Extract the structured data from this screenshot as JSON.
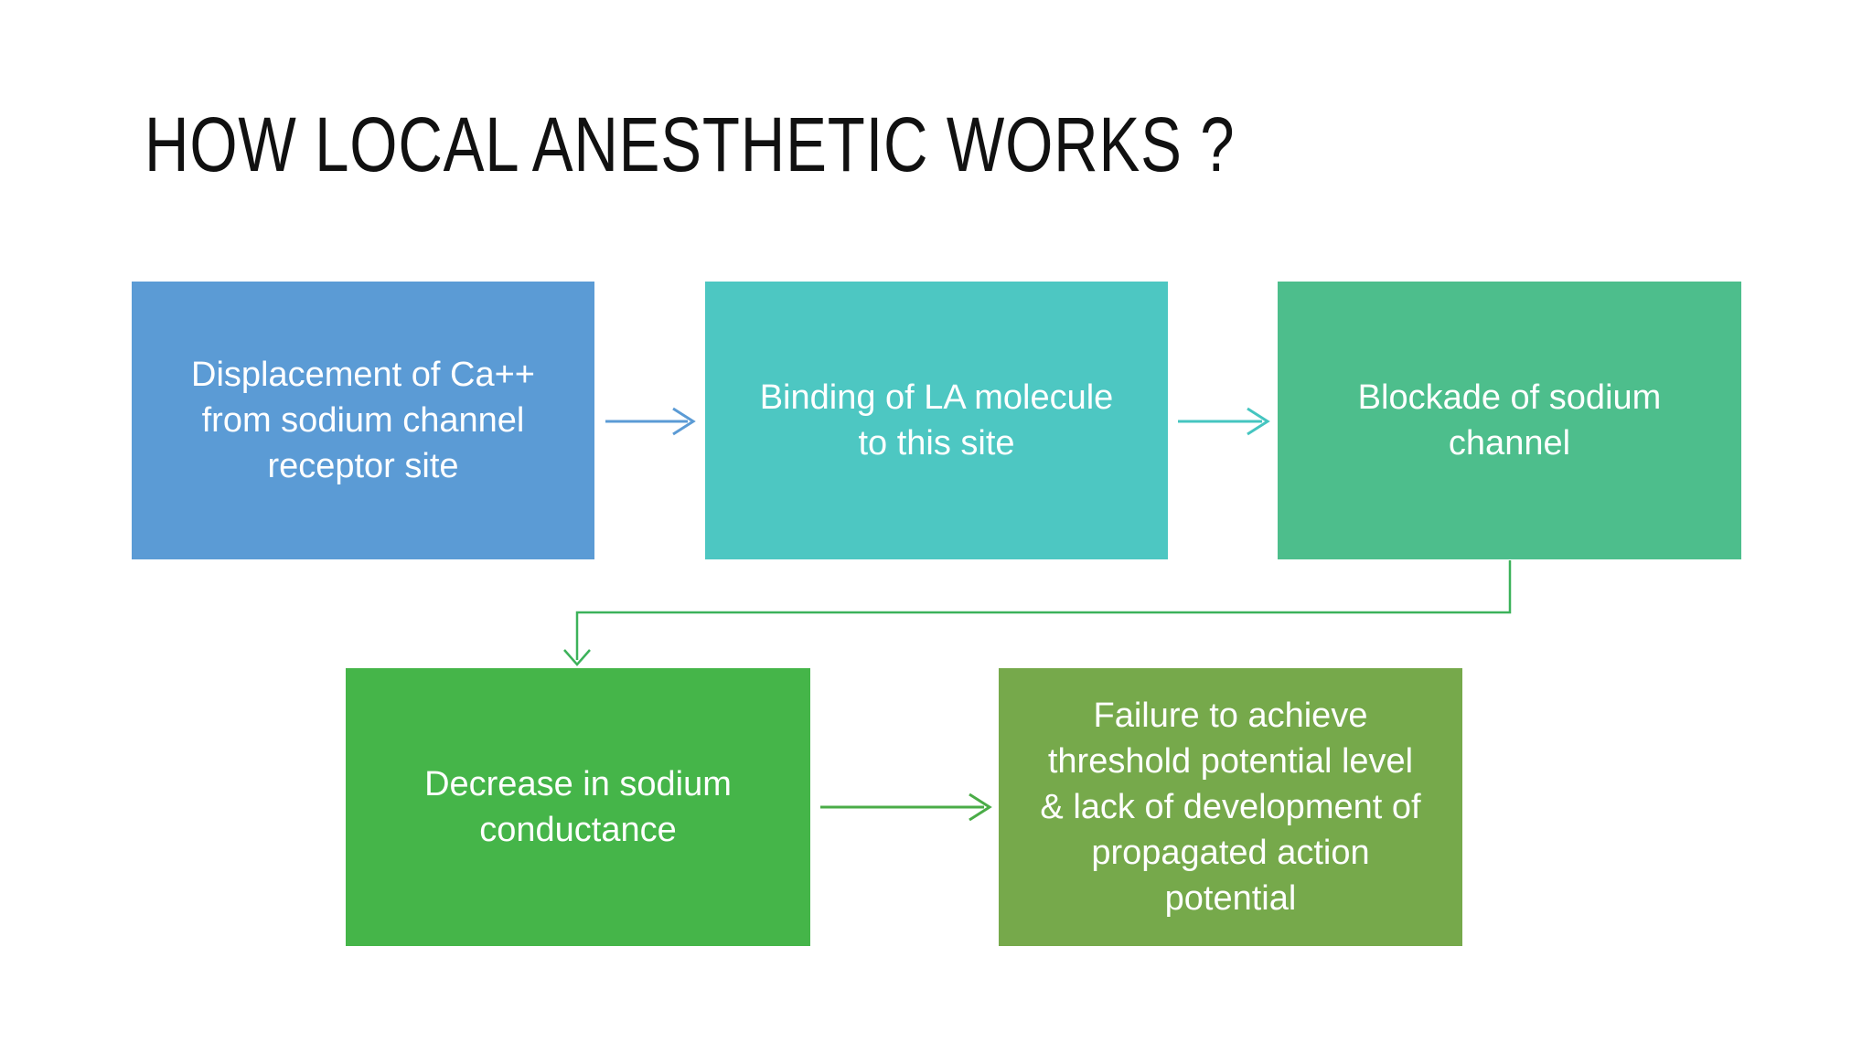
{
  "slide": {
    "background": "#ffffff",
    "title": "HOW LOCAL ANESTHETIC WORKS ?",
    "title_color": "#111111",
    "text_color": "#ffffff",
    "flow": {
      "boxes": [
        {
          "id": "displacement",
          "label": "Displacement of Ca++\nfrom sodium channel\nreceptor site",
          "color": "#5B9BD5"
        },
        {
          "id": "binding",
          "label": "Binding of LA molecule\nto this site",
          "color": "#4DC7C2"
        },
        {
          "id": "blockade",
          "label": "Blockade of sodium\nchannel",
          "color": "#4DBE8C"
        },
        {
          "id": "decrease",
          "label": "Decrease in sodium\nconductance",
          "color": "#45B549"
        },
        {
          "id": "failure",
          "label": "Failure to achieve\nthreshold potential level\n& lack of development of\npropagated action\npotential",
          "color": "#76A94B"
        }
      ],
      "connectors": [
        {
          "name": "displacement-to-binding",
          "color": "#5B9BD5"
        },
        {
          "name": "binding-to-blockade",
          "color": "#45C5C0"
        },
        {
          "name": "blockade-to-decrease",
          "color": "#3CB25A"
        },
        {
          "name": "decrease-to-failure",
          "color": "#4AAC47"
        }
      ]
    }
  }
}
